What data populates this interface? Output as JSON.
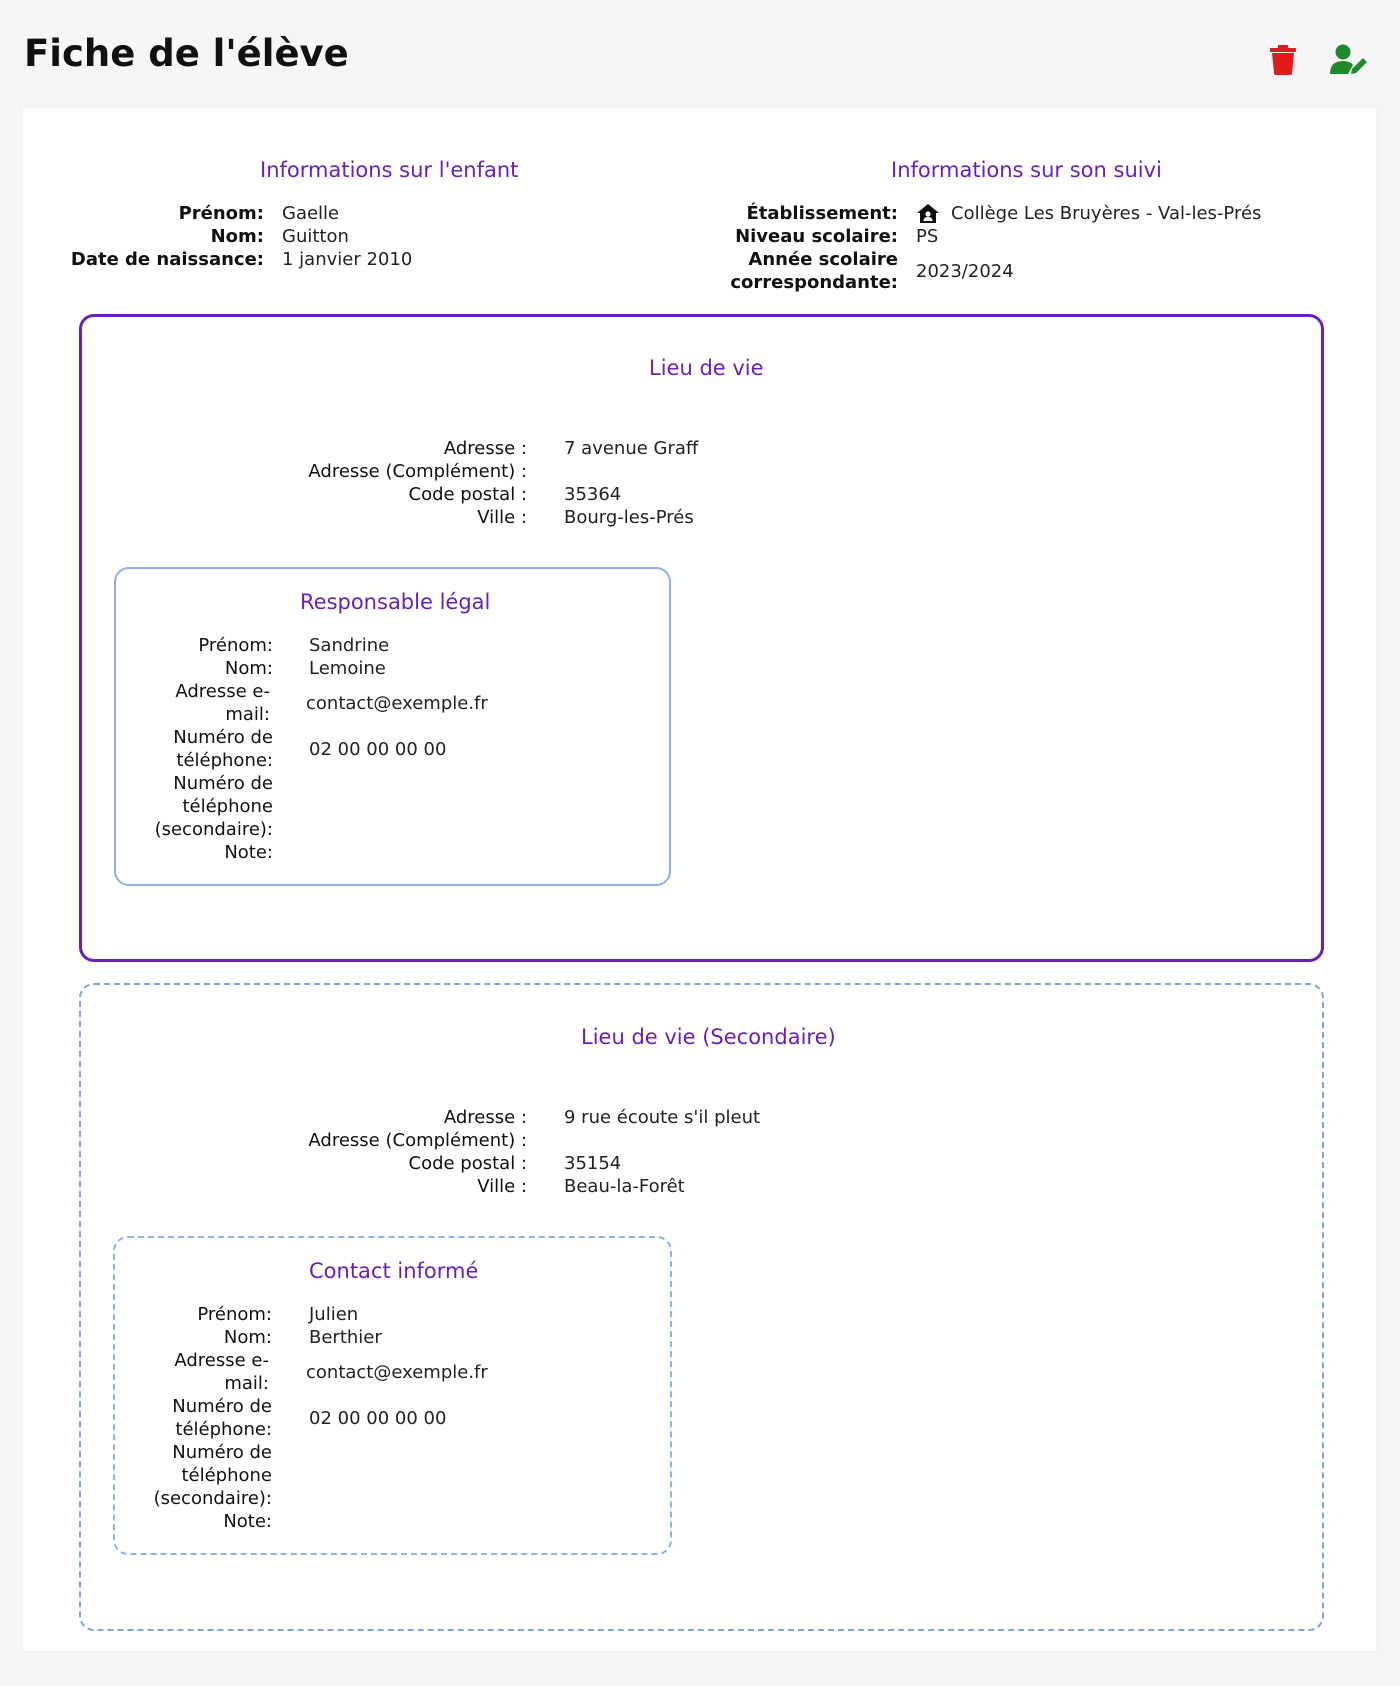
{
  "header": {
    "title": "Fiche de l'élève",
    "icons": {
      "delete": "trash-icon",
      "edit": "user-edit-icon"
    },
    "colors": {
      "delete": "#e11b1b",
      "edit": "#1f8a2c"
    }
  },
  "theme": {
    "accent": "#6a1fb8",
    "secondary_border": "#8fb0ea"
  },
  "child_info": {
    "title": "Informations sur l'enfant",
    "fields": [
      {
        "label": "Prénom:",
        "value": "Gaelle"
      },
      {
        "label": "Nom:",
        "value": "Guitton"
      },
      {
        "label": "Date de naissance:",
        "value": "1 janvier 2010"
      }
    ]
  },
  "follow_info": {
    "title": "Informations sur son suivi",
    "school_label": "Établissement:",
    "school_icon": "house-user-icon",
    "school_value": "Collège Les Bruyères - Val-les-Prés",
    "level_label": "Niveau scolaire:",
    "level_value": "PS",
    "year_label_line1": "Année scolaire",
    "year_label_line2": "correspondante:",
    "year_value": "2023/2024"
  },
  "primary_residence": {
    "title": "Lieu de vie",
    "address_label": "Adresse :",
    "address_value": "7 avenue Graff",
    "complement_label": "Adresse (Complément) :",
    "complement_value": "",
    "postal_label": "Code postal :",
    "postal_value": "35364",
    "city_label": "Ville :",
    "city_value": "Bourg-les-Prés",
    "contact": {
      "title": "Responsable légal",
      "firstname_label": "Prénom:",
      "firstname_value": "Sandrine",
      "lastname_label": "Nom:",
      "lastname_value": "Lemoine",
      "email_label_1": "Adresse e-",
      "email_label_2": "mail:",
      "email_value": "contact@exemple.fr",
      "phone_label_1": "Numéro de",
      "phone_label_2": "téléphone:",
      "phone_value": "02 00 00 00 00",
      "phone2_label_1": "Numéro de",
      "phone2_label_2": "téléphone",
      "phone2_label_3": "(secondaire):",
      "phone2_value": "",
      "note_label": "Note:",
      "note_value": ""
    }
  },
  "secondary_residence": {
    "title": "Lieu de vie (Secondaire)",
    "address_label": "Adresse :",
    "address_value": "9 rue écoute s'il pleut",
    "complement_label": "Adresse (Complément) :",
    "complement_value": "",
    "postal_label": "Code postal :",
    "postal_value": "35154",
    "city_label": "Ville :",
    "city_value": "Beau-la-Forêt",
    "contact": {
      "title": "Contact informé",
      "firstname_label": "Prénom:",
      "firstname_value": "Julien",
      "lastname_label": "Nom:",
      "lastname_value": "Berthier",
      "email_label_1": "Adresse e-",
      "email_label_2": "mail:",
      "email_value": "contact@exemple.fr",
      "phone_label_1": "Numéro de",
      "phone_label_2": "téléphone:",
      "phone_value": "02 00 00 00 00",
      "phone2_label_1": "Numéro de",
      "phone2_label_2": "téléphone",
      "phone2_label_3": "(secondaire):",
      "phone2_value": "",
      "note_label": "Note:",
      "note_value": ""
    }
  }
}
